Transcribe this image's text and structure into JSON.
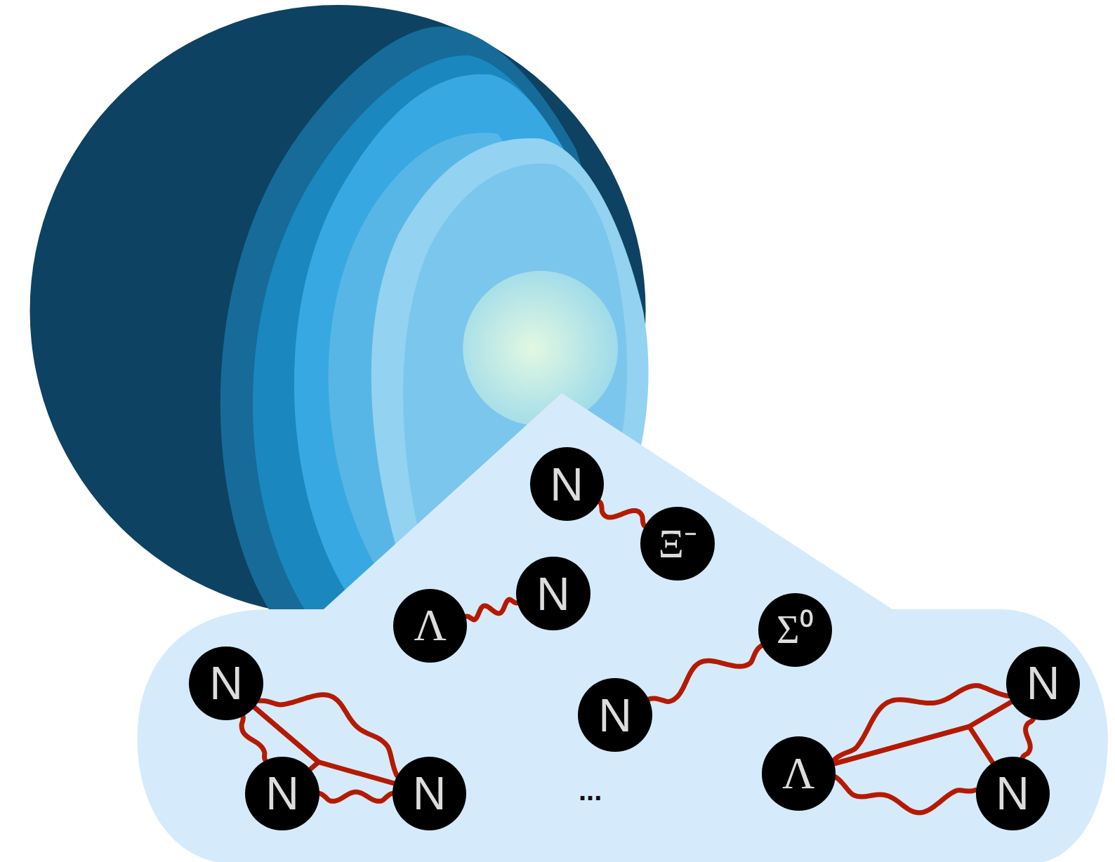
{
  "diagram": {
    "nodes": [
      {
        "text": [
          "N"
        ]
      },
      {
        "text": [
          "Ξ⁻"
        ]
      },
      {
        "text": [
          "N"
        ]
      },
      {
        "text": [
          "Λ"
        ]
      },
      {
        "text": [
          "Σ⁰"
        ]
      },
      {
        "text": [
          "N"
        ]
      },
      {
        "text": [
          "N"
        ]
      },
      {
        "text": [
          "N"
        ]
      },
      {
        "text": [
          "Λ"
        ]
      },
      {
        "text": [
          "N"
        ]
      },
      {
        "text": [
          "N"
        ]
      },
      {
        "text": [
          "N"
        ]
      }
    ],
    "edges": [
      {
        "from": 0,
        "to": 1,
        "arrow": "none"
      },
      {
        "from": 3,
        "to": 2,
        "arrow": "none"
      },
      {
        "from": 7,
        "to": 4,
        "arrow": "none"
      },
      {
        "from": 5,
        "to": 10,
        "arrow": "none"
      },
      {
        "from": 5,
        "to": 9,
        "arrow": "none"
      },
      {
        "from": 9,
        "to": 10,
        "arrow": "none"
      },
      {
        "from": 5,
        "to": 9,
        "arrow": "none"
      },
      {
        "from": 5,
        "to": 10,
        "arrow": "none"
      },
      {
        "from": 8,
        "to": 6,
        "arrow": "none"
      },
      {
        "from": 6,
        "to": 11,
        "arrow": "none"
      },
      {
        "from": 8,
        "to": 11,
        "arrow": "none"
      },
      {
        "from": 8,
        "to": 6,
        "arrow": "none"
      },
      {
        "from": 8,
        "to": 11,
        "arrow": "none"
      }
    ],
    "labels": [
      "..."
    ]
  }
}
